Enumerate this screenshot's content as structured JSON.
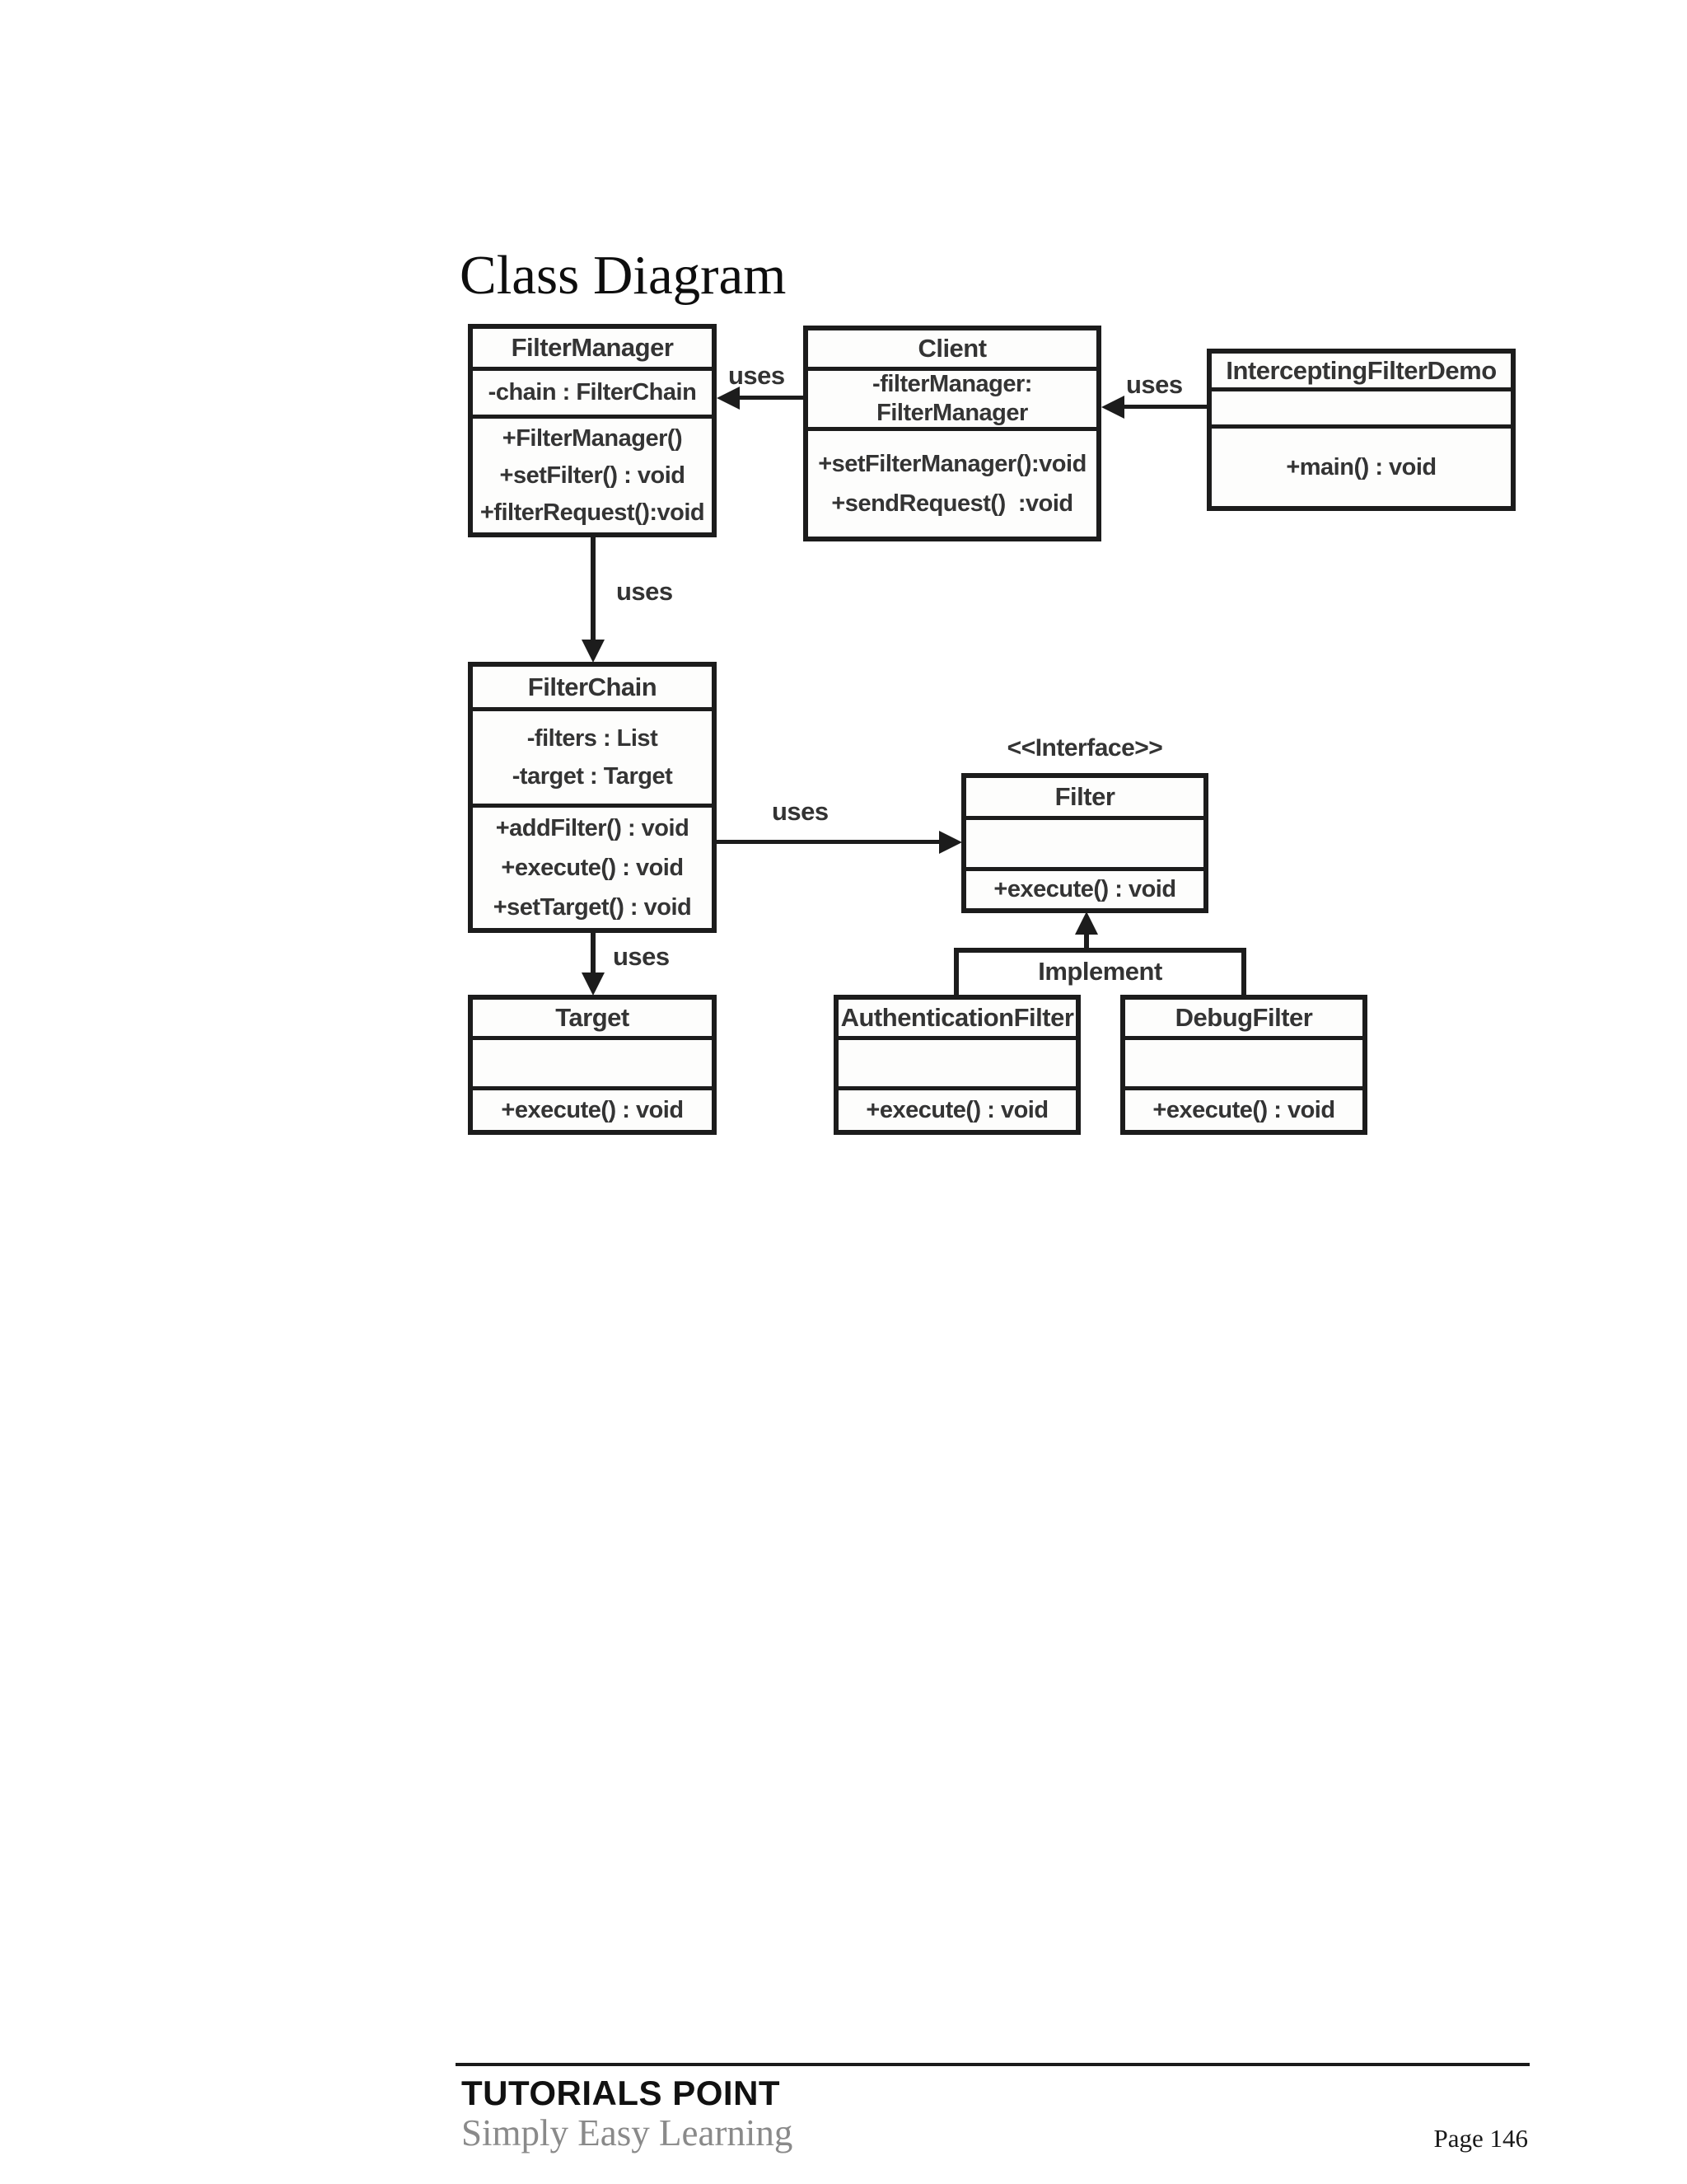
{
  "title": "Class Diagram",
  "diagram": {
    "interface_marker": "<<Interface>>",
    "classes": {
      "filter_manager": {
        "name": "FilterManager",
        "attributes": [
          "-chain : FilterChain"
        ],
        "methods": [
          "+FilterManager()",
          "+setFilter() : void",
          "+filterRequest():void"
        ]
      },
      "client": {
        "name": "Client",
        "attributes": [
          "-filterManager:",
          "FilterManager"
        ],
        "methods": [
          "+setFilterManager():void",
          "+sendRequest()  :void"
        ]
      },
      "intercepting_filter_demo": {
        "name": "InterceptingFilterDemo",
        "attributes": [],
        "methods": [
          "+main() : void"
        ]
      },
      "filter_chain": {
        "name": "FilterChain",
        "attributes": [
          "-filters : List",
          "-target : Target"
        ],
        "methods": [
          "+addFilter() : void",
          "+execute() : void",
          "+setTarget() : void"
        ]
      },
      "filter": {
        "name": "Filter",
        "attributes": [],
        "methods": [
          "+execute() : void"
        ]
      },
      "target": {
        "name": "Target",
        "attributes": [],
        "methods": [
          "+execute() : void"
        ]
      },
      "authentication_filter": {
        "name": "AuthenticationFilter",
        "attributes": [],
        "methods": [
          "+execute() : void"
        ]
      },
      "debug_filter": {
        "name": "DebugFilter",
        "attributes": [],
        "methods": [
          "+execute() : void"
        ]
      }
    },
    "relations": {
      "client_uses_filter_manager": "uses",
      "demo_uses_client": "uses",
      "filter_manager_uses_filter_chain": "uses",
      "filter_chain_uses_filter": "uses",
      "filter_chain_uses_target": "uses",
      "implement": "Implement"
    }
  },
  "footer": {
    "brand": "TUTORIALS POINT",
    "tagline": "Simply Easy Learning",
    "page_number": "Page 146"
  },
  "colors": {
    "line": "#1c1c1c",
    "text": "#343434",
    "page_background": "#ffffff",
    "footer_gray": "#8a8a8a"
  }
}
